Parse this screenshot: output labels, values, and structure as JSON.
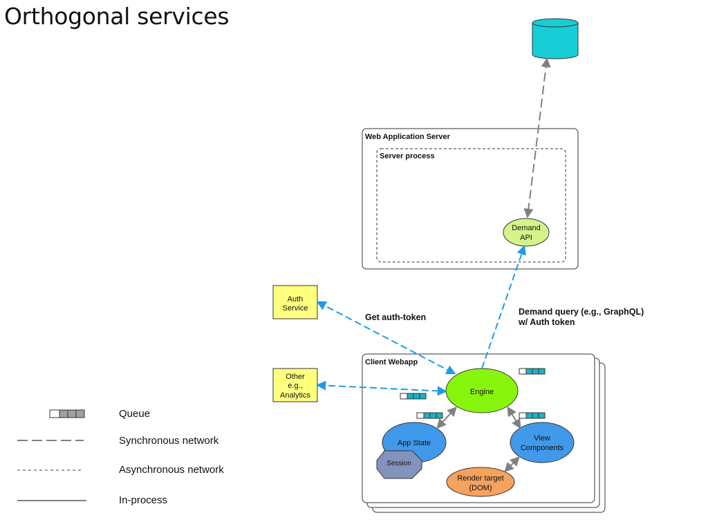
{
  "title": "Orthogonal services",
  "colors": {
    "sync_network": "#1e9be8",
    "in_process": "#808080",
    "database": "#17cdd6",
    "engine": "#88f50c",
    "demand_api": "#d4f48a",
    "external_service": "#ffff80",
    "app_state": "#4199ec",
    "view_components": "#4199ec",
    "render_target": "#f5a25f",
    "session": "#8393bb",
    "queue_fill": "#19b4c4"
  },
  "containers": {
    "web_server": {
      "label": "Web Application Server"
    },
    "server_process": {
      "label": "Server process"
    },
    "client_webapp": {
      "label": "Client Webapp"
    }
  },
  "nodes": {
    "database": {
      "icon": "database-cylinder-icon"
    },
    "demand_api": {
      "label_line1": "Demand",
      "label_line2": "API"
    },
    "auth_service": {
      "label_line1": "Auth",
      "label_line2": "Service"
    },
    "other_service": {
      "label_line1": "Other",
      "label_line2": "e.g.,",
      "label_line3": "Analytics"
    },
    "engine": {
      "label": "Engine"
    },
    "app_state": {
      "label": "App State"
    },
    "session": {
      "label": "Session"
    },
    "view_components": {
      "label_line1": "View",
      "label_line2": "Components"
    },
    "render_target": {
      "label_line1": "Render target",
      "label_line2": "(DOM)"
    }
  },
  "edges": {
    "get_auth_token": {
      "label": "Get auth-token"
    },
    "demand_query": {
      "label_line1": "Demand query (e.g., GraphQL)",
      "label_line2": "w/ Auth token"
    }
  },
  "legend": {
    "queue": "Queue",
    "sync_network": "Synchronous network",
    "async_network": "Asynchronous network",
    "in_process": "In-process"
  }
}
